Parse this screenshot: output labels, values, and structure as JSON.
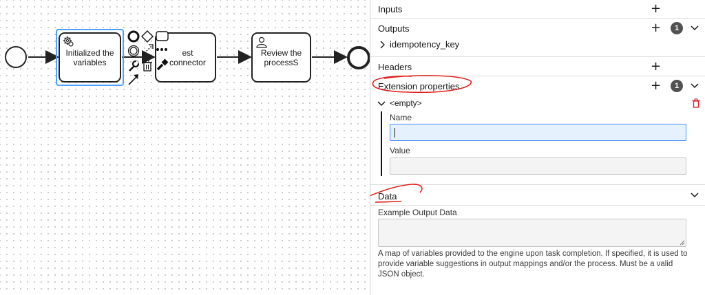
{
  "diagram": {
    "tasks": [
      {
        "label": "Initialized the variables"
      },
      {
        "label": "est connector"
      },
      {
        "label": "Review the processS"
      }
    ]
  },
  "panel": {
    "groups": {
      "inputs": {
        "title": "Inputs"
      },
      "outputs": {
        "title": "Outputs",
        "count": "1",
        "item": "idempotency_key"
      },
      "headers": {
        "title": "Headers"
      },
      "extension": {
        "title": "Extension properties",
        "count": "1",
        "entry_title": "<empty>",
        "name_label": "Name",
        "name_value": "",
        "value_label": "Value",
        "value_value": ""
      },
      "data": {
        "title": "Data",
        "field_label": "Example Output Data",
        "description": "A map of variables provided to the engine upon task completion. If specified, it is used to provide variable suggestions in output mappings and/or the process. Must be a valid JSON object."
      }
    }
  },
  "colors": {
    "selection": "#4da3ff",
    "annotation": "#e0201b",
    "delete": "#da1e28"
  }
}
